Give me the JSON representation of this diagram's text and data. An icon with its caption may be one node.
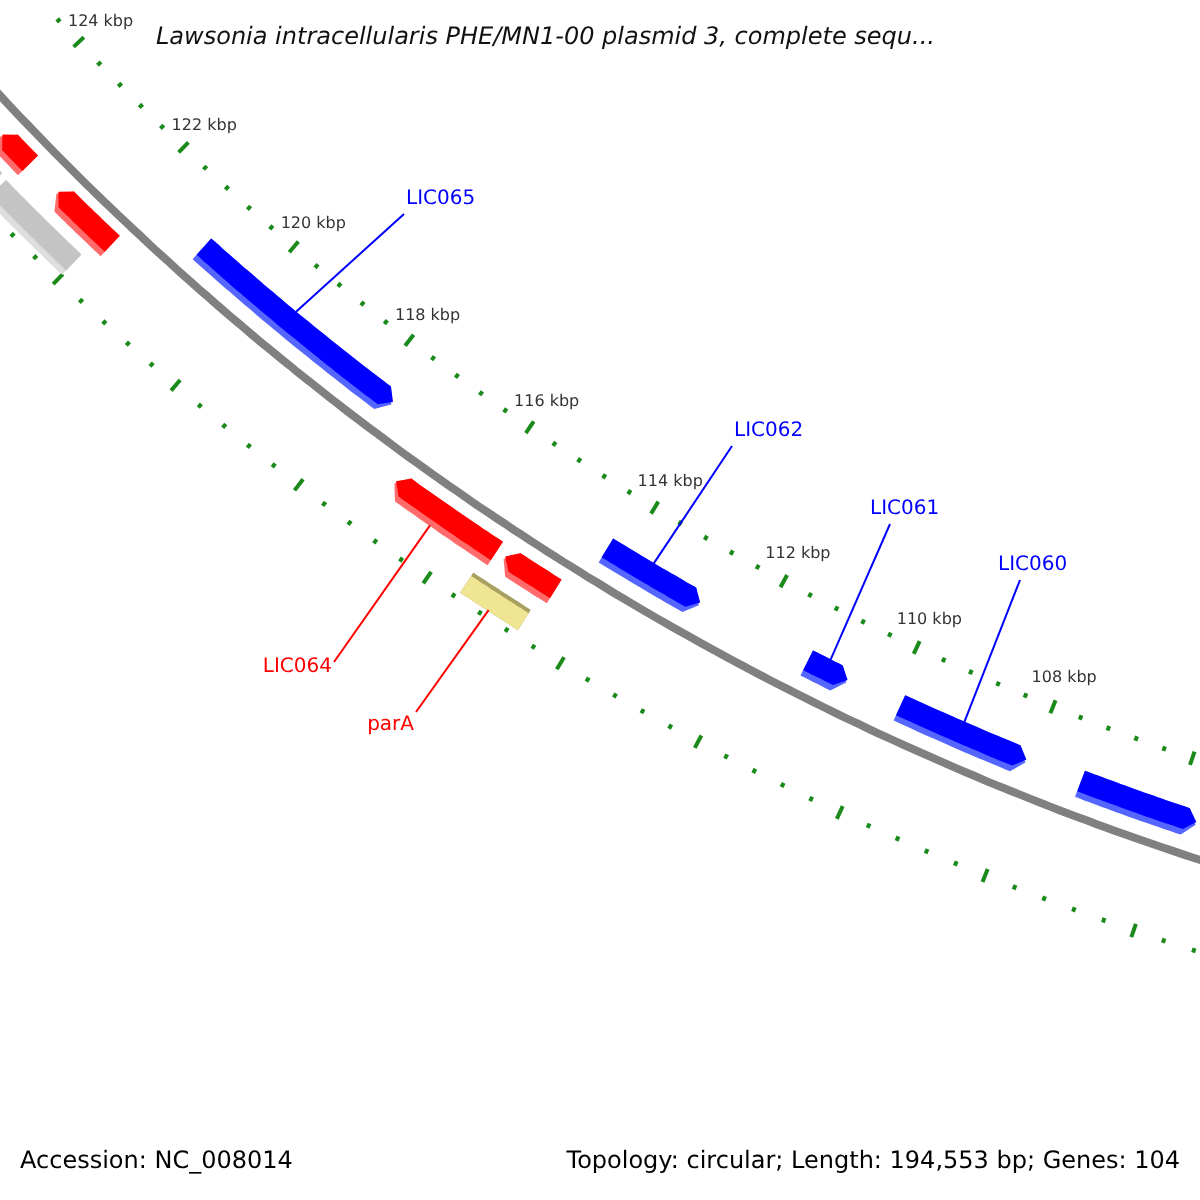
{
  "diagram": {
    "title": "Lawsonia intracellularis PHE/MN1-00 plasmid 3, complete sequ...",
    "nodes": [
      {
        "text": [
          "LIC065"
        ]
      },
      {
        "text": [
          "LIC062"
        ]
      },
      {
        "text": [
          "LIC061"
        ]
      },
      {
        "text": [
          "LIC060"
        ]
      },
      {
        "text": [
          "LIC064"
        ]
      },
      {
        "text": [
          "parA"
        ]
      },
      {
        "text": [],
        "shape": "bar"
      },
      {
        "text": [],
        "shape": "arrow"
      },
      {
        "text": [],
        "shape": "bar"
      },
      {
        "text": [],
        "shape": "arrow"
      },
      {
        "text": [],
        "shape": "arrow"
      },
      {
        "text": [],
        "shape": "arrow"
      },
      {
        "text": [],
        "shape": "bar"
      },
      {
        "text": [],
        "shape": "arrow"
      },
      {
        "text": [],
        "shape": "arrow"
      },
      {
        "text": [],
        "shape": "arrow"
      },
      {
        "text": [],
        "shape": "arrow"
      },
      {
        "text": [],
        "shape": "arrow"
      }
    ],
    "edges": [
      {
        "from": 0,
        "to": 10,
        "arrow": "none"
      },
      {
        "from": 1,
        "to": 14,
        "arrow": "none"
      },
      {
        "from": 2,
        "to": 15,
        "arrow": "none"
      },
      {
        "from": 3,
        "to": 16,
        "arrow": "none"
      },
      {
        "from": 4,
        "to": 11,
        "arrow": "none",
        "color": "#ff0000"
      },
      {
        "from": 5,
        "to": 12,
        "arrow": "none",
        "color": "#ff0000"
      }
    ],
    "labels": [
      "124 kbp",
      "122 kbp",
      "120 kbp",
      "118 kbp",
      "116 kbp",
      "114 kbp",
      "112 kbp",
      "110 kbp",
      "108 kbp",
      "Accession: NC_008014",
      "Topology: circular; Length: 194,553 bp; Genes: 104"
    ]
  }
}
